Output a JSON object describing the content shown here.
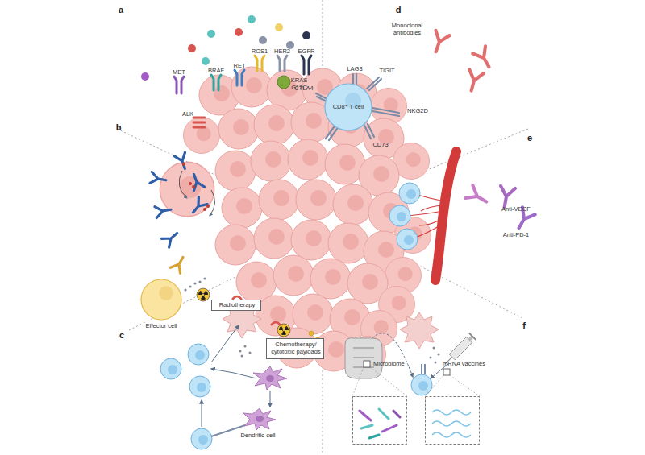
{
  "diagram": {
    "nodes": [
      {
        "text": [
          "Effector cell"
        ]
      },
      {
        "text": [
          "Radiotherapy"
        ]
      },
      {
        "text": [
          "Chemotherapy/ cytotoxic payloads"
        ]
      },
      {
        "text": [
          "Dendritic cell"
        ]
      },
      {
        "text": [
          "CD8⁺ T cell"
        ]
      },
      {
        "text": [
          "Microbiome"
        ]
      },
      {
        "text": [
          "mRNA vaccines"
        ]
      }
    ],
    "labels": [
      "a",
      "b",
      "c",
      "d",
      "e",
      "f",
      "MET",
      "BRAF",
      "RET",
      "ROS1",
      "HER2",
      "EGFR",
      "KRAS G12C",
      "ALK",
      "LAG3",
      "TIGIT",
      "CTLA4",
      "NKG2D",
      "CD73",
      "Monoclonal antibodies",
      "Anti-VEGF",
      "Anti-PD-1"
    ]
  }
}
